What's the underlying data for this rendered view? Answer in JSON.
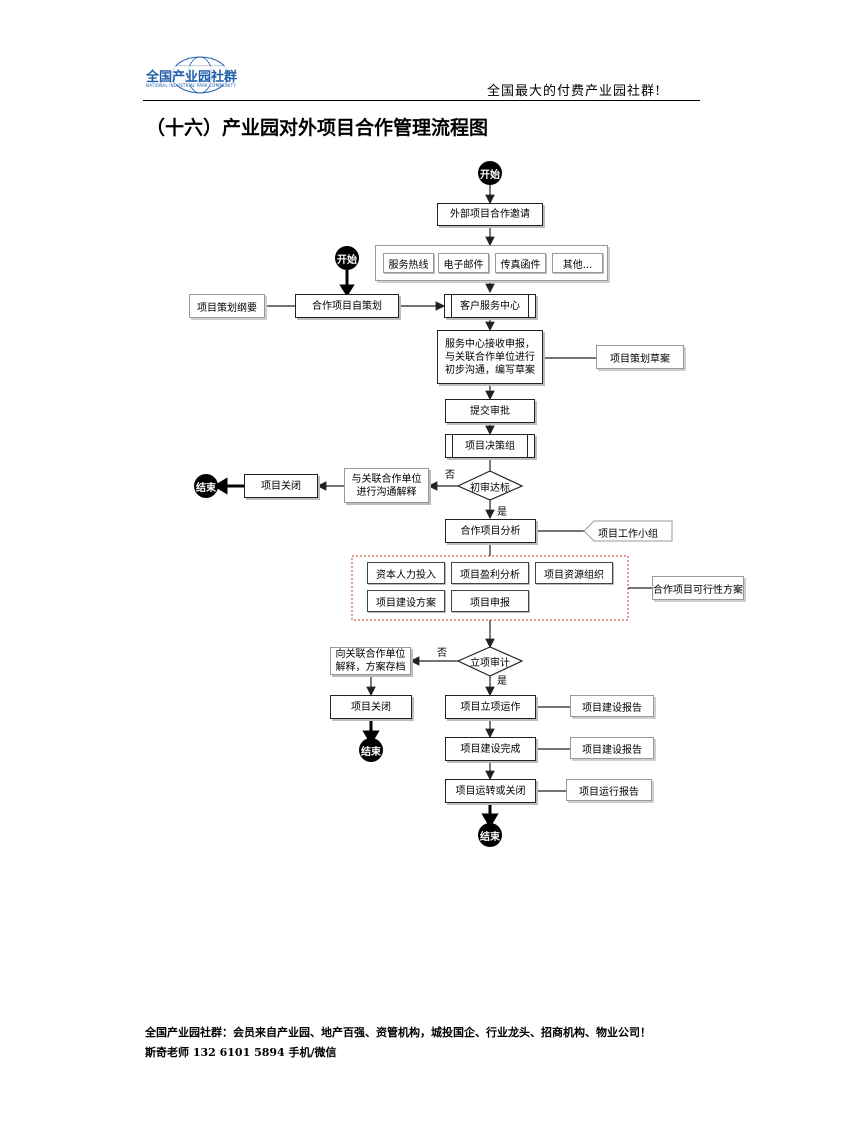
{
  "header": {
    "logo_text": "全国产业园社群",
    "logo_subtext": "NATIONAL INDUSTRIAL PARK COMMUNITY",
    "slogan": "全国最大的付费产业园社群!"
  },
  "title": "（十六）产业园对外项目合作管理流程图",
  "flow": {
    "start_main": "开始",
    "invite": "外部项目合作邀请",
    "channels": [
      "服务热线",
      "电子邮件",
      "传真函件",
      "其他..."
    ],
    "start_self": "开始",
    "self_plan": "合作项目自策划",
    "self_plan_note": "项目策划纲要",
    "service_center": "客户服务中心",
    "receive": "服务中心接收申报，与关联合作单位进行初步沟通，编写草案",
    "receive_note": "项目策划草案",
    "submit": "提交审批",
    "decision_group": "项目决策组",
    "initial_review": "初审达标",
    "no_label_1": "否",
    "communicate": "与关联合作单位进行沟通解释",
    "close_1": "项目关闭",
    "end_1": "结束",
    "yes_label_1": "是",
    "analysis": "合作项目分析",
    "analysis_note": "项目工作小组",
    "analysis_items": [
      "资本人力投入",
      "项目盈利分析",
      "项目资源组织",
      "项目建设方案",
      "项目申报"
    ],
    "feasibility_note": "合作项目可行性方案",
    "approval": "立项审计",
    "no_label_2": "否",
    "explain": "向关联合作单位解释，方案存档",
    "close_2": "项目关闭",
    "end_2": "结束",
    "yes_label_2": "是",
    "operate": "项目立项运作",
    "operate_note": "项目建设报告",
    "complete": "项目建设完成",
    "complete_note": "项目建设报告",
    "transfer": "项目运转或关闭",
    "transfer_note": "项目运行报告",
    "end_3": "结束"
  },
  "footer": {
    "line1": "全国产业园社群：会员来自产业园、地产百强、资管机构，城投国企、行业龙头、招商机构、物业公司！",
    "line2": "斯奇老师 132 6101 5894 手机/微信"
  }
}
